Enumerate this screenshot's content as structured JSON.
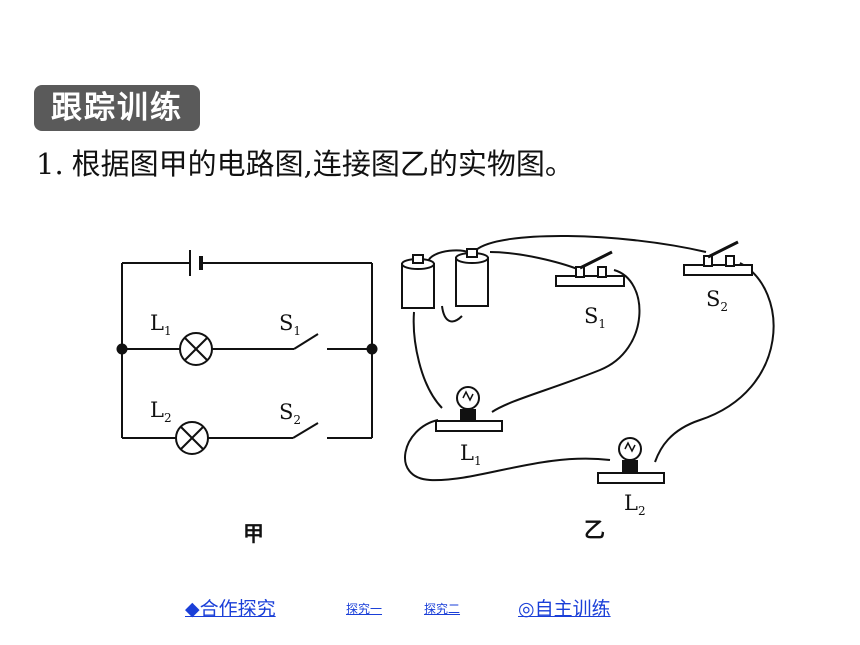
{
  "header": {
    "badge": "跟踪训练"
  },
  "question": {
    "number": "1.",
    "text": "根据图甲的电路图,连接图乙的实物图。"
  },
  "diagram_left": {
    "caption": "甲",
    "lamp1_label": "L",
    "lamp1_sub": "1",
    "lamp2_label": "L",
    "lamp2_sub": "2",
    "switch1_label": "S",
    "switch1_sub": "1",
    "switch2_label": "S",
    "switch2_sub": "2"
  },
  "diagram_right": {
    "caption": "乙",
    "switch1_label": "S",
    "switch1_sub": "1",
    "switch2_label": "S",
    "switch2_sub": "2",
    "lamp1_label": "L",
    "lamp1_sub": "1",
    "lamp2_label": "L",
    "lamp2_sub": "2"
  },
  "nav": {
    "cooperate": "◆合作探究",
    "explore1": "探究一",
    "explore2": "探究二",
    "self_train": "◎自主训练"
  },
  "colors": {
    "badge_bg": "#5a5a5a",
    "link": "#1a3fd8"
  }
}
